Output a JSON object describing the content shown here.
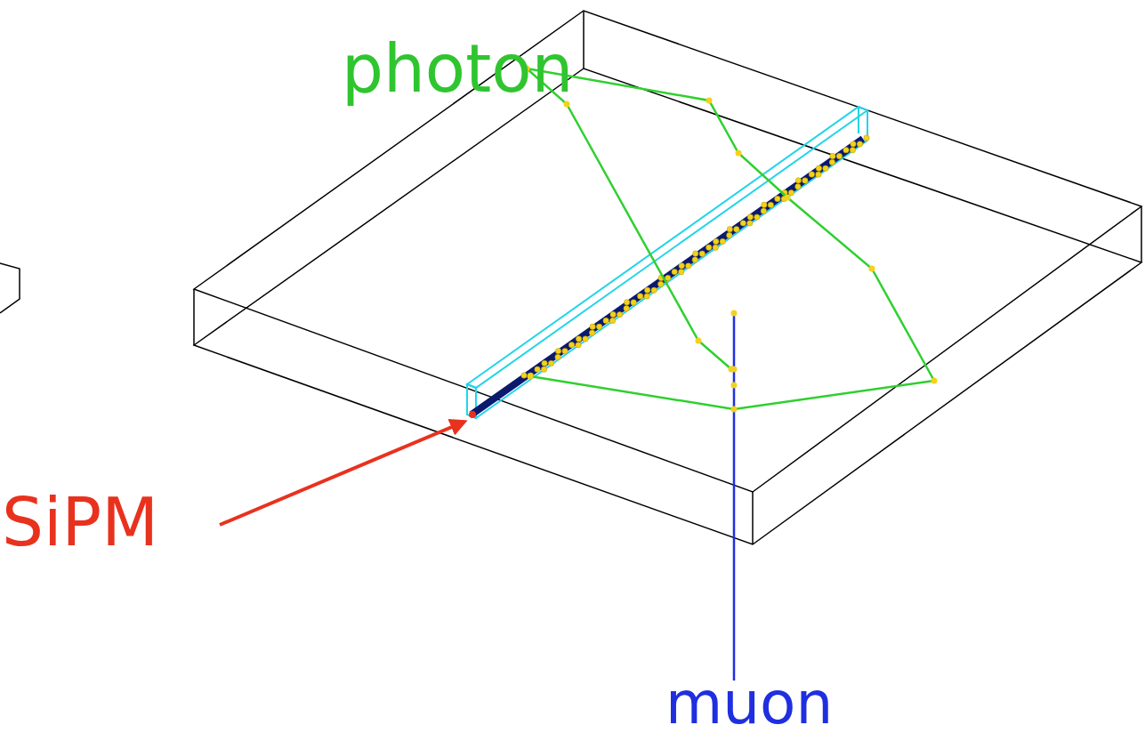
{
  "diagram": {
    "labels": [
      "photon",
      "SiPM",
      "muon"
    ]
  }
}
